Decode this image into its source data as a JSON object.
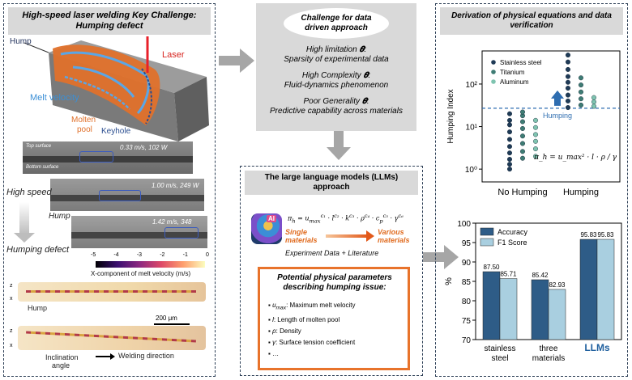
{
  "left_panel": {
    "title_line1": "High-speed laser welding Key Challenge:",
    "title_line2": "Humping defect",
    "labels": {
      "hump": "Hump",
      "laser": "Laser",
      "melt_velocity": "Melt velocity",
      "molten": "Molten",
      "pool": "pool",
      "keyhole": "Keyhole",
      "high_speed": "High speed",
      "hump2": "Hump",
      "humping_defect": "Humping defect",
      "top_surface": "Top surface",
      "bottom_surface": "Bottom surface",
      "speed1": "0.33 m/s, 102 W",
      "speed2": "1.00 m/s, 249 W",
      "speed3": "1.42 m/s, 348",
      "colorbar_title": "X-component of melt velocity (m/s)",
      "colorbar_ticks": [
        "-5",
        "-4",
        "-3",
        "-2",
        "-1",
        "0"
      ],
      "hump3": "Hump",
      "scale": "200 μm",
      "inclination": "Inclination angle",
      "welding_direction": "Welding direction",
      "axis_x": "x",
      "axis_z": "z"
    }
  },
  "center_top": {
    "title": "Challenge for data driven approach",
    "items": [
      {
        "head": "High limitation",
        "body": "Sparsity of experimental data"
      },
      {
        "head": "High Complexity",
        "body": "Fluid-dynamics phenomenon"
      },
      {
        "head": "Poor Generality",
        "body": "Predictive capability across materials"
      }
    ]
  },
  "center_bottom": {
    "title": "The large language models (LLMs) approach",
    "equation": "π_h = u_max^c1 · l^c2 · k^c3 · ρ^c4 · c_p^c5 · γ^c6",
    "single": "Single materials",
    "various": "Various materials",
    "ai": "AI",
    "experiment": "Experiment Data + Literature",
    "params_title": "Potential physical parameters describing humping issue:",
    "params": [
      {
        "sym": "u",
        "sub": "max",
        "text": ": Maximum melt velocity"
      },
      {
        "sym": "l",
        "sub": "",
        "text": ": Length of molten pool"
      },
      {
        "sym": "ρ",
        "sub": "",
        "text": ": Density"
      },
      {
        "sym": "γ",
        "sub": "",
        "text": ": Surface tension coefficient"
      },
      {
        "sym": "…",
        "sub": "",
        "text": ""
      }
    ]
  },
  "right_panel": {
    "title": "Derivation of physical equations and data verification"
  },
  "chart_data": [
    {
      "type": "scatter",
      "ylabel": "Humping Index",
      "categories": [
        "No Humping",
        "Humping"
      ],
      "yscale": "log",
      "ylim": [
        0.5,
        600
      ],
      "ytick_labels": [
        "10⁰",
        "10¹",
        "10²"
      ],
      "threshold": 27,
      "threshold_label": "Humping",
      "formula": "π_h = u_max² · l · ρ / γ",
      "legend": [
        "Stainless steel",
        "Titanium",
        "Aluminum"
      ],
      "colors": {
        "Stainless steel": "#1f3b57",
        "Titanium": "#3e7c74",
        "Aluminum": "#7fc4b0"
      },
      "series": [
        {
          "name": "Stainless steel",
          "category": "No Humping",
          "values": [
            1.0,
            1.3,
            1.7,
            2.4,
            3.4,
            5.0,
            7.5,
            11,
            14,
            20
          ]
        },
        {
          "name": "Titanium",
          "category": "No Humping",
          "values": [
            1.8,
            2.6,
            4.0,
            6.0,
            9.0,
            13,
            18,
            22
          ]
        },
        {
          "name": "Aluminum",
          "category": "No Humping",
          "values": [
            2.0,
            3.0,
            4.5,
            6.5,
            9.5,
            14
          ]
        },
        {
          "name": "Stainless steel",
          "category": "Humping",
          "values": [
            28,
            40,
            55,
            80,
            110,
            150,
            220,
            330,
            480
          ]
        },
        {
          "name": "Titanium",
          "category": "Humping",
          "values": [
            32,
            45,
            65,
            95,
            140
          ]
        },
        {
          "name": "Aluminum",
          "category": "Humping",
          "values": [
            30,
            38,
            48
          ]
        }
      ]
    },
    {
      "type": "bar",
      "ylabel": "%",
      "categories": [
        "stainless steel",
        "three materials",
        "LLMs"
      ],
      "ylim": [
        70,
        100
      ],
      "yticks": [
        70,
        75,
        80,
        85,
        90,
        95,
        100
      ],
      "series": [
        {
          "name": "Accuracy",
          "color": "#2e5c87",
          "values": [
            87.5,
            85.42,
            95.83
          ]
        },
        {
          "name": "F1 Score",
          "color": "#a9cfe0",
          "values": [
            85.71,
            82.93,
            95.83
          ]
        }
      ],
      "value_labels": [
        [
          "87.50",
          "85.42",
          "95.83"
        ],
        [
          "85.71",
          "82.93",
          "95.83"
        ]
      ]
    }
  ]
}
